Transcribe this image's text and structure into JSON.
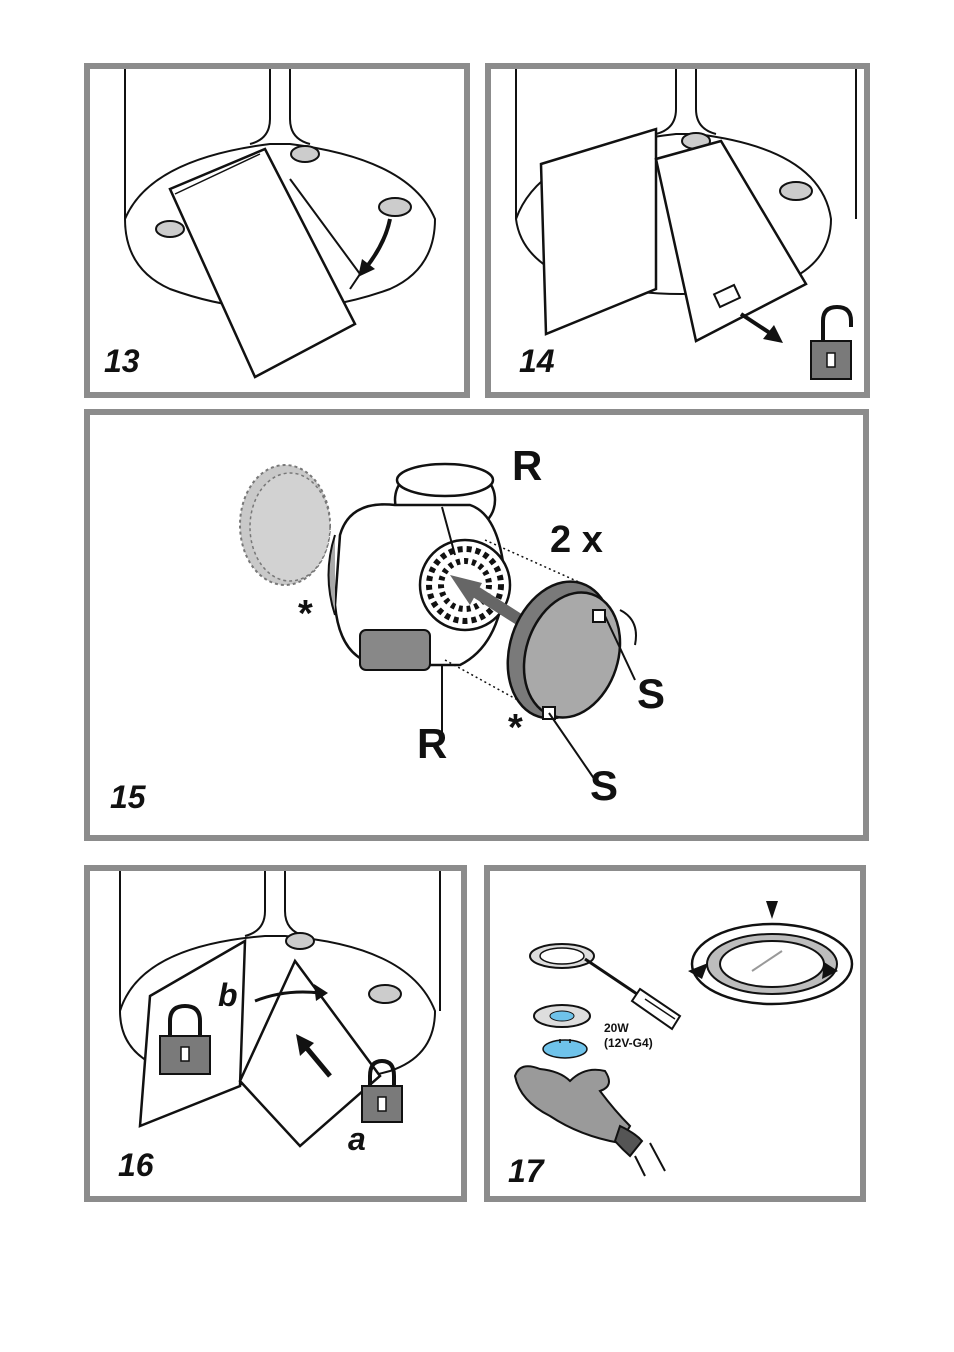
{
  "panels": [
    {
      "step": "13"
    },
    {
      "step": "14"
    },
    {
      "step": "15",
      "labels": {
        "r_top": "R",
        "r_bottom": "R",
        "times": "2 x",
        "s_right": "S",
        "s_bottom": "S",
        "star_left": "*",
        "star_bottom": "*"
      }
    },
    {
      "step": "16",
      "labels": {
        "b": "b",
        "a": "a"
      }
    },
    {
      "step": "17",
      "labels": {
        "wattage": "20W",
        "lamp_type": "(12V-G4)"
      }
    }
  ],
  "colors": {
    "frame": "#8c8c8c",
    "filter_grey": "#a9a9a9",
    "lock_grey": "#7a7a7a",
    "lamp_blue": "#6fc3ea",
    "glove_grey": "#9a9a9a",
    "line": "#111111"
  },
  "icons": [
    "panel-hinge-icon",
    "arrow-icon",
    "unlocked-padlock-icon",
    "locked-padlock-icon",
    "fan-motor-icon",
    "carbon-filter-icon",
    "screwdriver-icon",
    "lamp-cover-icon",
    "bulb-icon",
    "gloved-hand-icon"
  ]
}
